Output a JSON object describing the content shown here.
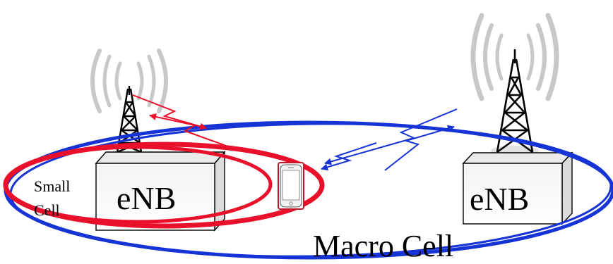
{
  "labels": {
    "small_enb": "eNB",
    "macro_enb": "eNB",
    "small_cell": "Small\nCell",
    "macro_cell": "Macro Cell"
  },
  "colors": {
    "small_cell_ring": "#e8102a",
    "macro_cell_ring": "#1634d6",
    "tower_stroke": "#000000",
    "signal_waves": "#c8c8c8",
    "phone_outline": "#c0182a"
  },
  "icons": [
    "cell-tower-icon",
    "wireless-signal-icon",
    "smartphone-icon",
    "lightning-link-icon"
  ]
}
